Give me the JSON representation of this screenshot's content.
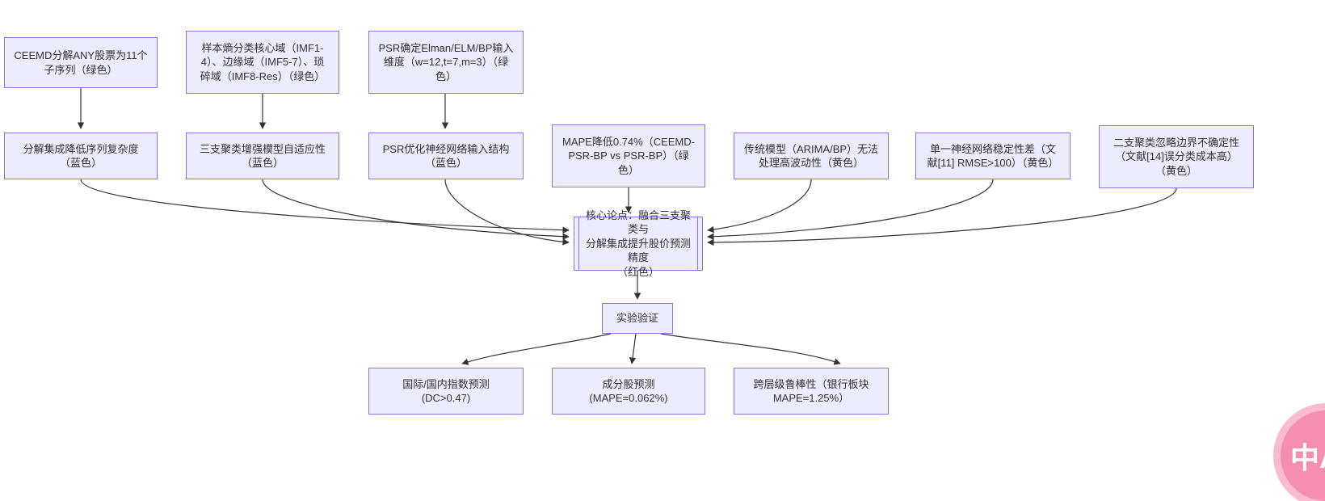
{
  "colors": {
    "node_fill": "#ECECFF",
    "node_border": "#9370DB",
    "text": "#333333",
    "arrow": "#333333",
    "badge": "#F48FB1",
    "badge_halo": "#F8BBD0"
  },
  "nodes": {
    "a": {
      "label": "CEEMD分解ANY股票为11个\n子序列（绿色）"
    },
    "b": {
      "label": "样本熵分类核心域（IMF1-\n4）、边缘域（IMF5-7）、琐\n碎域（IMF8-Res）（绿色）"
    },
    "c": {
      "label": "PSR确定Elman/ELM/BP输入\n维度（w=12,t=7,m=3）（绿\n色）"
    },
    "d": {
      "label": "分解集成降低序列复杂度\n（蓝色）"
    },
    "e": {
      "label": "三支聚类增强模型自适应性\n（蓝色）"
    },
    "f": {
      "label": "PSR优化神经网络输入结构\n（蓝色）"
    },
    "g": {
      "label": "MAPE降低0.74%（CEEMD-\nPSR-BP vs PSR-BP）（绿\n色）"
    },
    "h": {
      "label": "传统模型（ARIMA/BP）无法\n处理高波动性（黄色）"
    },
    "i": {
      "label": "单一神经网络稳定性差（文\n献[11] RMSE>100）（黄色）"
    },
    "j": {
      "label": "二支聚类忽略边界不确定性\n（文献[14]误分类成本高）\n（黄色）"
    },
    "k": {
      "label": "核心论点：融合三支聚类与\n分解集成提升股价预测精度\n（红色）"
    },
    "l": {
      "label": "实验验证"
    },
    "p1": {
      "label": "国际/国内指数预测\n(DC>0.47)"
    },
    "p2": {
      "label": "成分股预测\n(MAPE=0.062%)"
    },
    "p3": {
      "label": "跨层级鲁棒性（银行板块\nMAPE=1.25%）"
    }
  },
  "edges": [
    {
      "from": "a",
      "to": "d"
    },
    {
      "from": "b",
      "to": "e"
    },
    {
      "from": "c",
      "to": "f"
    },
    {
      "from": "d",
      "to": "k"
    },
    {
      "from": "e",
      "to": "k"
    },
    {
      "from": "f",
      "to": "k"
    },
    {
      "from": "g",
      "to": "k"
    },
    {
      "from": "h",
      "to": "k"
    },
    {
      "from": "i",
      "to": "k"
    },
    {
      "from": "j",
      "to": "k"
    },
    {
      "from": "k",
      "to": "l"
    },
    {
      "from": "l",
      "to": "p1"
    },
    {
      "from": "l",
      "to": "p2"
    },
    {
      "from": "l",
      "to": "p3"
    }
  ],
  "badge": {
    "text": "中A"
  }
}
